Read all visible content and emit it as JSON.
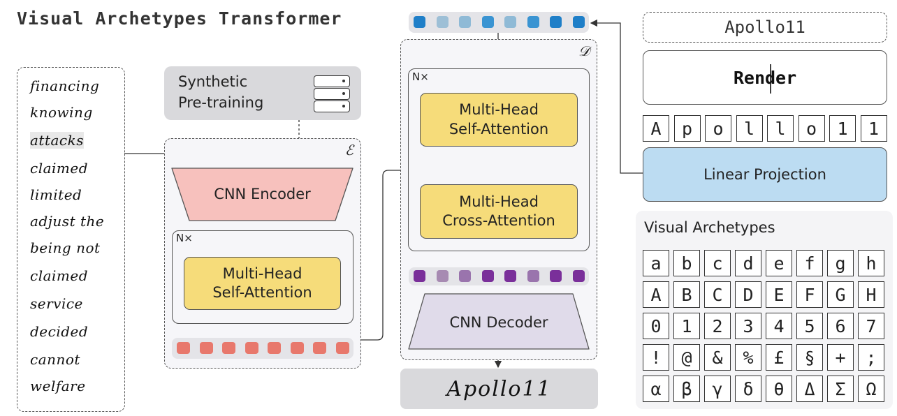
{
  "title": "Visual Archetypes Transformer",
  "words": [
    "financing",
    "knowing",
    "attacks",
    "claimed",
    "limited",
    "adjust the",
    "being not",
    "claimed",
    "service",
    "decided",
    "cannot",
    "welfare"
  ],
  "pretraining": {
    "line1": "Synthetic",
    "line2": "Pre-training"
  },
  "encoder": {
    "symbol": "ℰ",
    "cnn_label": "CNN Encoder",
    "nx": "N×",
    "attn_line1": "Multi-Head",
    "attn_line2": "Self-Attention",
    "token_color": "#e8786c",
    "token_count": 8
  },
  "decoder": {
    "symbol": "𝒟",
    "nx": "N×",
    "self_attn_line1": "Multi-Head",
    "self_attn_line2": "Self-Attention",
    "cross_attn_line1": "Multi-Head",
    "cross_attn_line2": "Cross-Attention",
    "cnn_label": "CNN Decoder",
    "output_text": "Apollo11",
    "query_token_colors": [
      "#1f7fc8",
      "#9dbfd6",
      "#8fbad6",
      "#3a94d2",
      "#8fbad6",
      "#3a94d2",
      "#1f7fc8",
      "#1f7fc8"
    ],
    "mid_token_colors": [
      "#7a2f9a",
      "#a78ab2",
      "#9a74ad",
      "#7a2f9a",
      "#7a2f9a",
      "#9a74ad",
      "#7a2f9a",
      "#7a2f9a"
    ]
  },
  "text_input": "Apollo11",
  "render_label": "Render",
  "rendered_chars": [
    "A",
    "p",
    "o",
    "l",
    "l",
    "o",
    "1",
    "1"
  ],
  "projection_label": "Linear Projection",
  "archetypes": {
    "title": "Visual Archetypes",
    "rows": [
      [
        "a",
        "b",
        "c",
        "d",
        "e",
        "f",
        "g",
        "h"
      ],
      [
        "A",
        "B",
        "C",
        "D",
        "E",
        "F",
        "G",
        "H"
      ],
      [
        "0",
        "1",
        "2",
        "3",
        "4",
        "5",
        "6",
        "7"
      ],
      [
        "!",
        "@",
        "&",
        "%",
        "£",
        "§",
        "+",
        ";"
      ],
      [
        "α",
        "β",
        "γ",
        "δ",
        "θ",
        "Δ",
        "Σ",
        "Ω"
      ]
    ]
  }
}
